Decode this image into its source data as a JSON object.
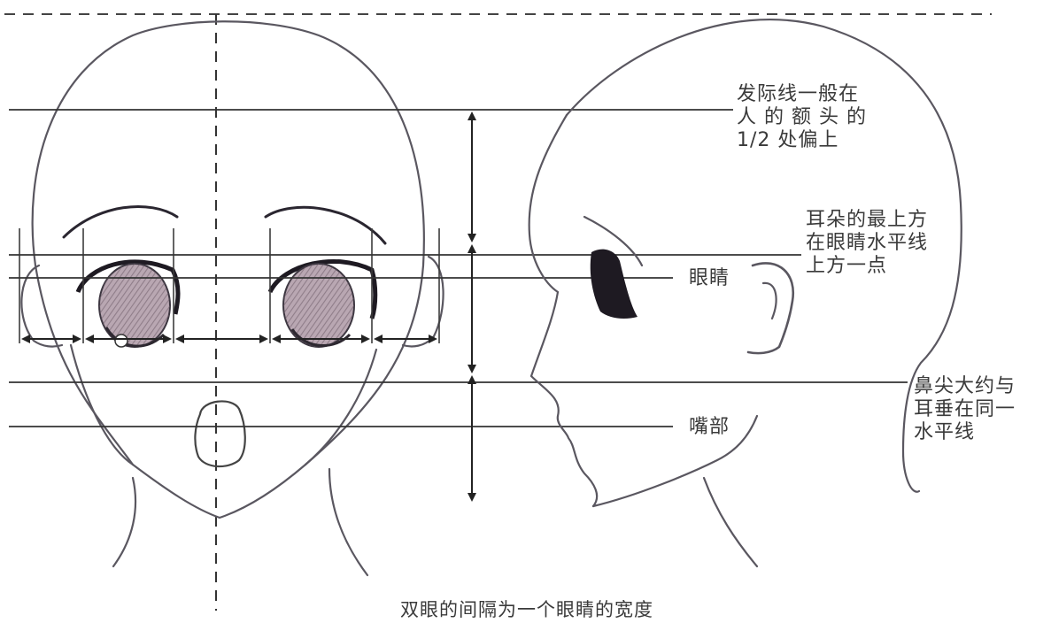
{
  "annotations": {
    "hairline": [
      "发际线一般在",
      "人 的 额 头 的",
      "1/2 处偏上"
    ],
    "ear_top": [
      "耳朵的最上方",
      "在眼睛水平线",
      "上方一点"
    ],
    "eyes": "眼睛",
    "nose_tip": [
      "鼻尖大约与",
      "耳垂在同一",
      "水平线"
    ],
    "mouth": "嘴部",
    "caption": "双眼的间隔为一个眼睛的宽度"
  },
  "colors": {
    "line": "#3c3c3c",
    "sketch": "#5a5760",
    "iris": "#b9a7b2",
    "pupil_shade": "#7c6a76",
    "lash": "#1e1a22"
  }
}
